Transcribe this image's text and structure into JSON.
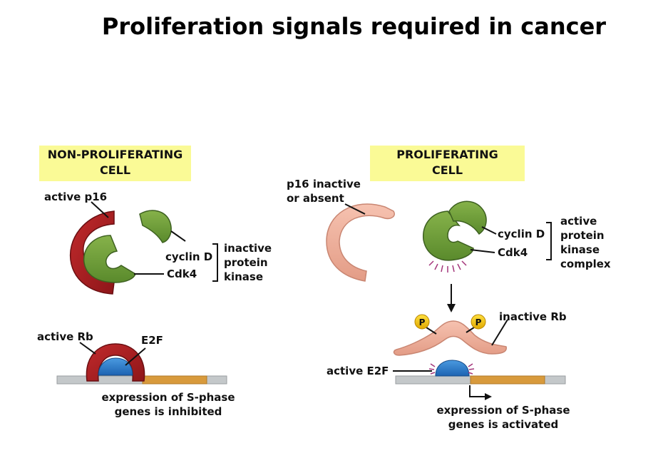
{
  "title": "Proliferation signals required in cancer",
  "left": {
    "header": [
      "NON-PROLIFERATING",
      "CELL"
    ],
    "p16_label": "active p16",
    "cyclin_label": "cyclin D",
    "cdk_label": "Cdk4",
    "bracket_label": [
      "inactive",
      "protein",
      "kinase"
    ],
    "rb_label": "active Rb",
    "e2f_label": "E2F",
    "expression_label": [
      "expression of S-phase",
      "genes is inhibited"
    ]
  },
  "right": {
    "header": [
      "PROLIFERATING",
      "CELL"
    ],
    "p16_label": [
      "p16 inactive",
      "or absent"
    ],
    "cyclin_label": "cyclin D",
    "cdk_label": "Cdk4",
    "bracket_label": [
      "active",
      "protein",
      "kinase",
      "complex"
    ],
    "phosphate": "P",
    "rb_label": "inactive Rb",
    "e2f_label": "active E2F",
    "expression_label": [
      "expression of S-phase",
      "genes is activated"
    ]
  },
  "colors": {
    "p16_active": "#a51e22",
    "p16_inactive": "#eeab98",
    "cyclin_cdk": "#6e9b3a",
    "e2f": "#2a78c8",
    "dna_gray": "#c4c8ca",
    "dna_gene": "#d89a3c",
    "phosphate": "#f2c81a",
    "signal_marks": "#a3357a",
    "label_bg": "#fafa96"
  }
}
